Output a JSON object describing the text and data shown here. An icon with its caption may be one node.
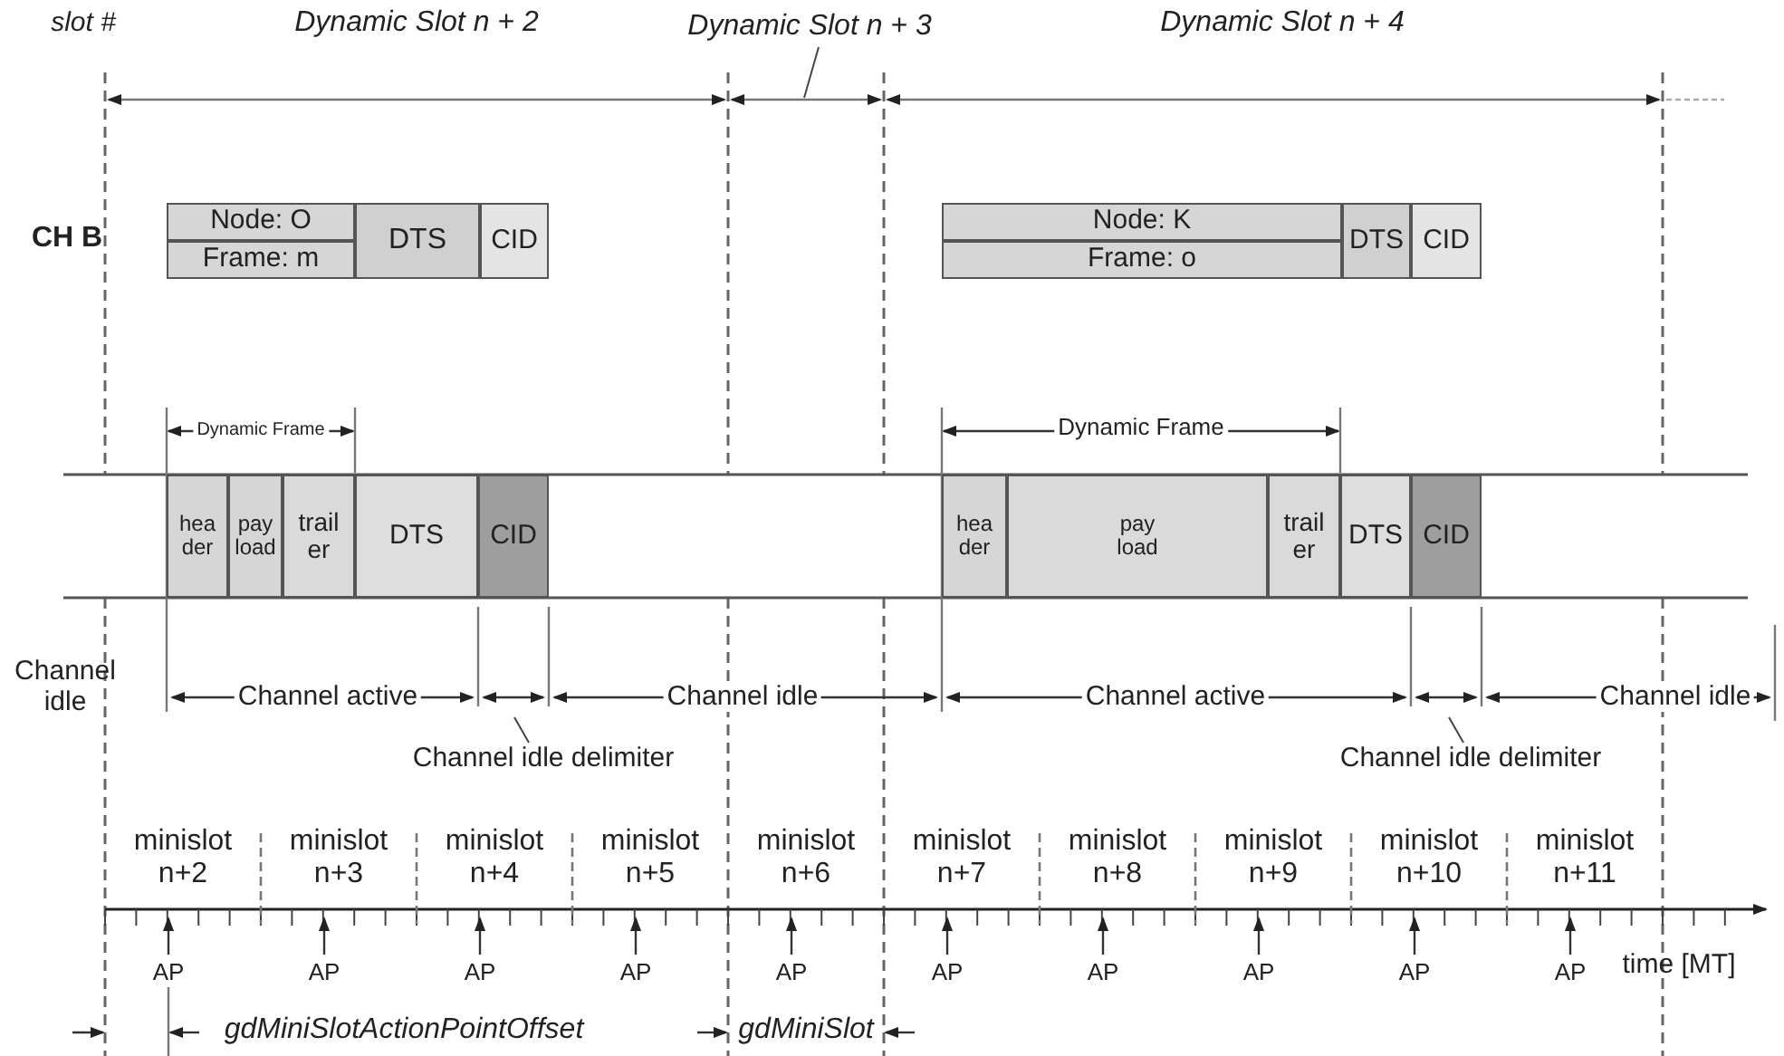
{
  "diagram": {
    "nodes": [
      {
        "text": [
          "Node: O"
        ]
      },
      {
        "text": [
          "Frame: m"
        ]
      },
      {
        "text": [
          "DTS"
        ]
      },
      {
        "text": [
          "CID"
        ]
      },
      {
        "text": [
          "Node: K"
        ]
      },
      {
        "text": [
          "Frame: o"
        ]
      },
      {
        "text": [
          "DTS"
        ]
      },
      {
        "text": [
          "CID"
        ]
      },
      {
        "text": [
          "hea der"
        ]
      },
      {
        "text": [
          "pay load"
        ]
      },
      {
        "text": [
          "trail er"
        ]
      },
      {
        "text": [
          "DTS"
        ]
      },
      {
        "text": [
          "CID"
        ]
      },
      {
        "text": [
          "hea der"
        ]
      },
      {
        "text": [
          "pay load"
        ]
      },
      {
        "text": [
          "trail er"
        ]
      },
      {
        "text": [
          "DTS"
        ]
      },
      {
        "text": [
          "CID"
        ]
      },
      {
        "text": [
          "Dynamic Slot n + 3"
        ]
      },
      {
        "text": [
          "Channel idle delimiter"
        ]
      },
      {
        "text": [
          "Channel idle delimiter"
        ]
      }
    ],
    "edges": [
      {
        "from": 18,
        "to": null,
        "arrow": "none"
      },
      {
        "from": 19,
        "to": null,
        "arrow": "none"
      },
      {
        "from": 20,
        "to": null,
        "arrow": "none"
      }
    ],
    "labels": [
      "slot #",
      "Dynamic Slot n + 2",
      "Dynamic Slot n + 4",
      "CH B",
      "Dynamic Frame",
      "Dynamic Frame",
      "Channel idle",
      "Channel active",
      "Channel idle",
      "Channel active",
      "Channel idle",
      "minislot n+2",
      "minislot n+3",
      "minislot n+4",
      "minislot n+5",
      "minislot n+6",
      "minislot n+7",
      "minislot n+8",
      "minislot n+9",
      "minislot n+10",
      "minislot n+11",
      "AP",
      "AP",
      "AP",
      "AP",
      "AP",
      "AP",
      "AP",
      "AP",
      "AP",
      "AP",
      "time [MT]",
      "gdMiniSlotActionPointOffset",
      "gdMiniSlot"
    ]
  }
}
